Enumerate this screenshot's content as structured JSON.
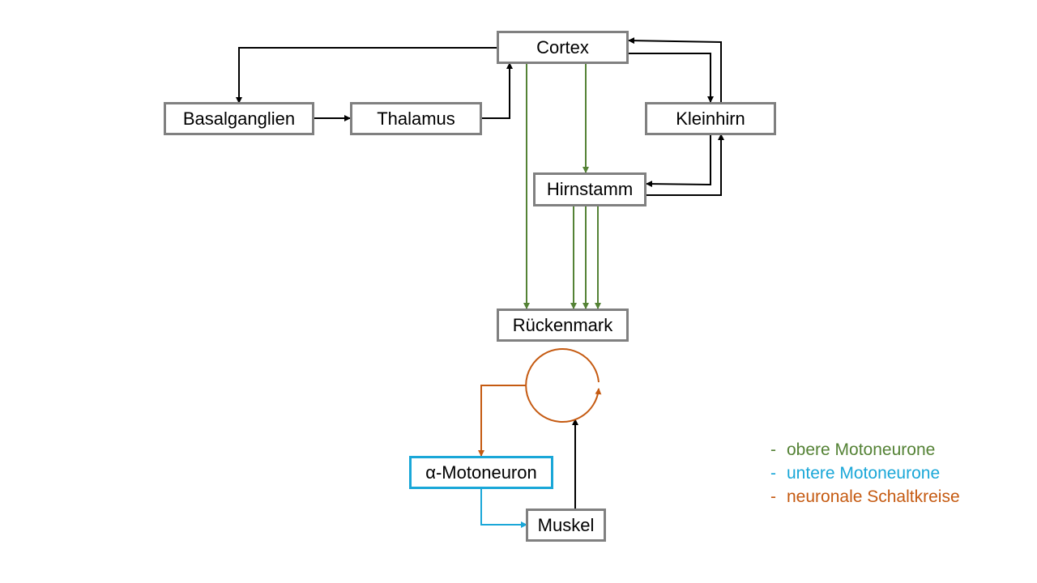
{
  "nodes": {
    "cortex": "Cortex",
    "basalganglien": "Basalganglien",
    "thalamus": "Thalamus",
    "kleinhirn": "Kleinhirn",
    "hirnstamm": "Hirnstamm",
    "rueckenmark": "Rückenmark",
    "alpha_motoneuron": "α-Motoneuron",
    "muskel": "Muskel"
  },
  "legend": [
    {
      "dash": "-",
      "label": "obere Motoneurone",
      "color": "#548235"
    },
    {
      "dash": "-",
      "label": "untere Motoneurone",
      "color": "#1aa7d8"
    },
    {
      "dash": "-",
      "label": "neuronale Schaltkreise",
      "color": "#c55a11"
    }
  ],
  "colors": {
    "black": "#000000",
    "upper_motoneuron": "#548235",
    "lower_motoneuron": "#1aa7d8",
    "circuit": "#c55a11",
    "box_border": "#808080"
  }
}
